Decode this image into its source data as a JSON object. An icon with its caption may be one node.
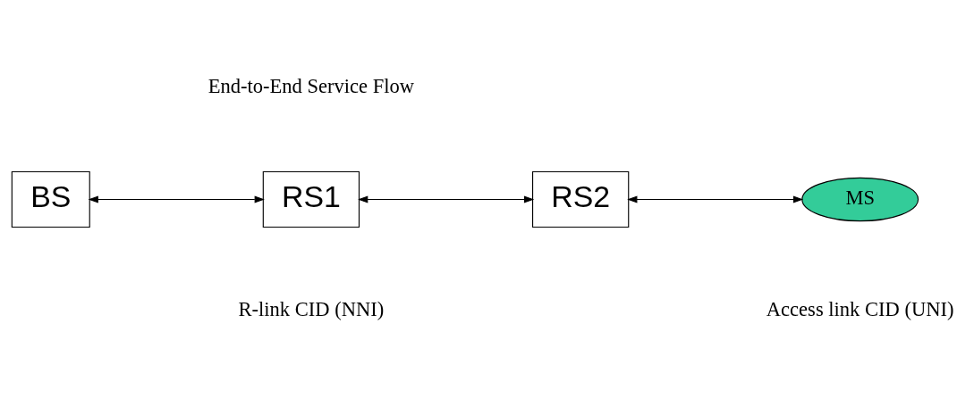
{
  "diagram": {
    "nodes": [
      {
        "text": [
          "BS"
        ]
      },
      {
        "text": [
          "RS1"
        ]
      },
      {
        "text": [
          "RS2"
        ]
      },
      {
        "text": [
          "MS"
        ]
      }
    ],
    "edges": [
      {
        "from": 0,
        "to": 1,
        "arrow": "both"
      },
      {
        "from": 1,
        "to": 2,
        "arrow": "both"
      },
      {
        "from": 2,
        "to": 3,
        "arrow": "both"
      }
    ],
    "labels": [
      "End-to-End Service Flow",
      "R-link CID (NNI)",
      "Access link CID (UNI)"
    ]
  }
}
